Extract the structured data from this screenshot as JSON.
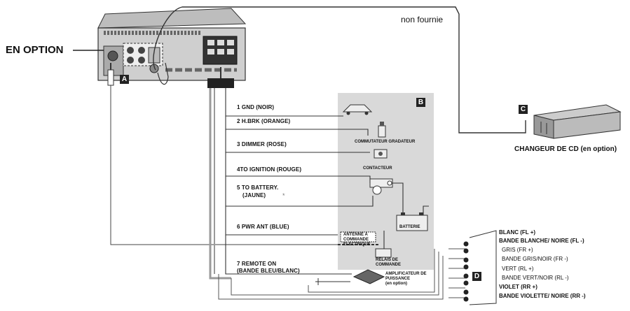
{
  "labels": {
    "en_option": "EN OPTION",
    "non_fournie": "non fournie",
    "changeur": "CHANGEUR DE CD (en option)"
  },
  "badges": {
    "a": "A",
    "b": "B",
    "c": "C",
    "d": "D"
  },
  "wires": [
    "1 GND (NOIR)",
    "2 H.BRK (ORANGE)",
    "3 DIMMER (ROSE)",
    "4TO IGNITION (ROUGE)",
    "5 TO BATTERY.",
    "(JAUNE)",
    "6 PWR ANT (BLUE)",
    "7 REMOTE ON",
    "(BANDE BLEU/BLANC)"
  ],
  "components": {
    "commutateur": "COMMUTATEUR GRADATEUR",
    "contacteur": "CONTACTEUR",
    "batterie": "BATTERIE",
    "antenne_1": "ANTENNE A",
    "antenne_2": "COMMANDE",
    "antenne_3": "ELECTRIQUE",
    "relais_1": "RELAIS DE",
    "relais_2": "COMMANDE",
    "ampli_1": "AMPLIFICATEUR DE",
    "ampli_2": "PUISSANCE",
    "ampli_3": "(en option)"
  },
  "speakers": [
    "BLANC (FL +)",
    "BANDE BLANCHE/ NOIRE (FL -)",
    "GRIS (FR +)",
    "BANDE GRIS/NOIR (FR -)",
    "VERT (RL +)",
    "BANDE VERT/NOIR (RL -)",
    "VIOLET (RR +)",
    "BANDE VIOLETTE/ NOIRE (RR -)"
  ],
  "colors": {
    "panel_b": "#d9d9d9",
    "wire": "#333333",
    "harness": "#9a9a9a"
  }
}
